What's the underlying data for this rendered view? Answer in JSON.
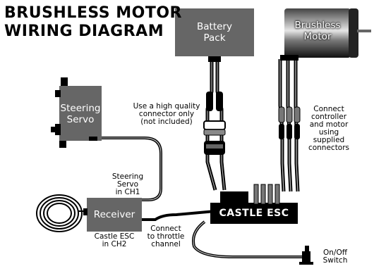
{
  "title": {
    "line1": "BRUSHLESS MOTOR",
    "line2": "WIRING DIAGRAM"
  },
  "components": {
    "battery": {
      "line1": "Battery",
      "line2": "Pack"
    },
    "motor": {
      "line1": "Brushless",
      "line2": "Motor"
    },
    "servo": {
      "line1": "Steering",
      "line2": "Servo"
    },
    "receiver": {
      "label": "Receiver"
    },
    "esc": {
      "label": "CASTLE ESC"
    }
  },
  "notes": {
    "connector": [
      "Use a high quality",
      "connector only",
      "(not included)"
    ],
    "motor_connect": [
      "Connect",
      "controller",
      "and motor",
      "using",
      "supplied",
      "connectors"
    ],
    "servo_ch": [
      "Steering",
      "Servo",
      "in CH1"
    ],
    "esc_ch": [
      "Castle ESC",
      "in CH2"
    ],
    "throttle": [
      "Connect",
      "to throttle",
      "channel"
    ],
    "switch": [
      "On/Off",
      "Switch"
    ]
  },
  "colors": {
    "box": "#666666",
    "wire": "#000000",
    "wire_light": "#b8b8b8"
  }
}
